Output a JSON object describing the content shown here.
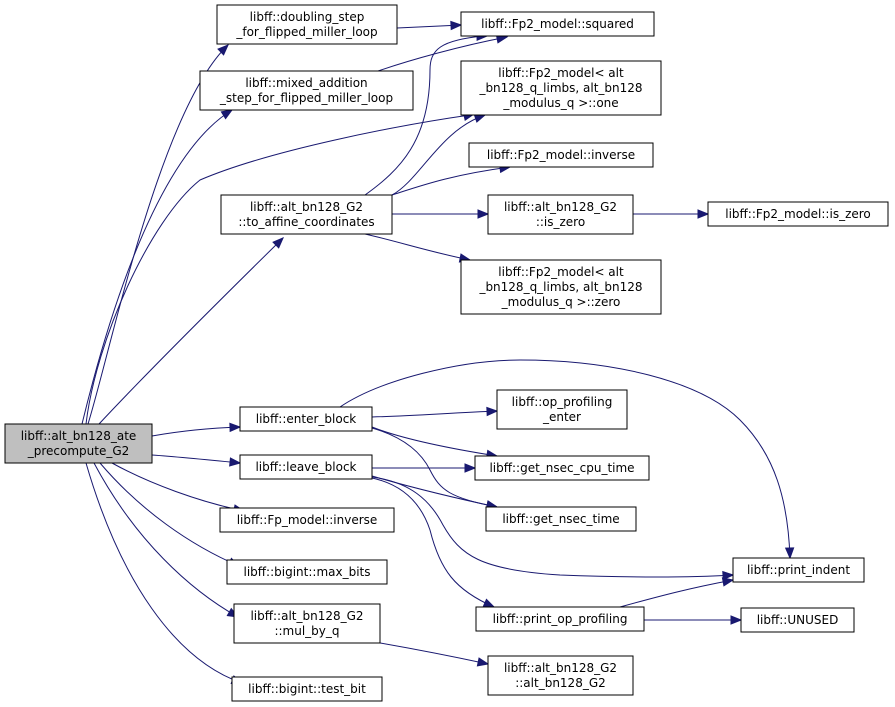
{
  "graph": {
    "colors": {
      "edge": "#191970",
      "root_fill": "#bfbfbf",
      "node_fill": "#ffffff"
    },
    "nodes": [
      {
        "id": "ate_pre",
        "lines": [
          "libff::alt_bn128_ate",
          "_precompute_G2"
        ],
        "root": true
      },
      {
        "id": "dbl",
        "lines": [
          "libff::doubling_step",
          "_for_flipped_miller_loop"
        ]
      },
      {
        "id": "mixadd",
        "lines": [
          "libff::mixed_addition",
          "_step_for_flipped_miller_loop"
        ]
      },
      {
        "id": "squared",
        "lines": [
          "libff::Fp2_model::squared"
        ]
      },
      {
        "id": "one",
        "lines": [
          "libff::Fp2_model< alt",
          "_bn128_q_limbs, alt_bn128",
          "_modulus_q >::one"
        ]
      },
      {
        "id": "inv2",
        "lines": [
          "libff::Fp2_model::inverse"
        ]
      },
      {
        "id": "affine",
        "lines": [
          "libff::alt_bn128_G2",
          "::to_affine_coordinates"
        ]
      },
      {
        "id": "iszero",
        "lines": [
          "libff::alt_bn128_G2",
          "::is_zero"
        ]
      },
      {
        "id": "fp2iszero",
        "lines": [
          "libff::Fp2_model::is_zero"
        ]
      },
      {
        "id": "zero",
        "lines": [
          "libff::Fp2_model< alt",
          "_bn128_q_limbs, alt_bn128",
          "_modulus_q >::zero"
        ]
      },
      {
        "id": "enter",
        "lines": [
          "libff::enter_block"
        ]
      },
      {
        "id": "openter",
        "lines": [
          "libff::op_profiling",
          "_enter"
        ]
      },
      {
        "id": "leave",
        "lines": [
          "libff::leave_block"
        ]
      },
      {
        "id": "cpu",
        "lines": [
          "libff::get_nsec_cpu_time"
        ]
      },
      {
        "id": "nsec",
        "lines": [
          "libff::get_nsec_time"
        ]
      },
      {
        "id": "fpinv",
        "lines": [
          "libff::Fp_model::inverse"
        ]
      },
      {
        "id": "indent",
        "lines": [
          "libff::print_indent"
        ]
      },
      {
        "id": "maxbits",
        "lines": [
          "libff::bigint::max_bits"
        ]
      },
      {
        "id": "printop",
        "lines": [
          "libff::print_op_profiling"
        ]
      },
      {
        "id": "unused",
        "lines": [
          "libff::UNUSED"
        ]
      },
      {
        "id": "mulq",
        "lines": [
          "libff::alt_bn128_G2",
          "::mul_by_q"
        ]
      },
      {
        "id": "g2ctor",
        "lines": [
          "libff::alt_bn128_G2",
          "::alt_bn128_G2"
        ]
      },
      {
        "id": "testbit",
        "lines": [
          "libff::bigint::test_bit"
        ]
      }
    ]
  }
}
